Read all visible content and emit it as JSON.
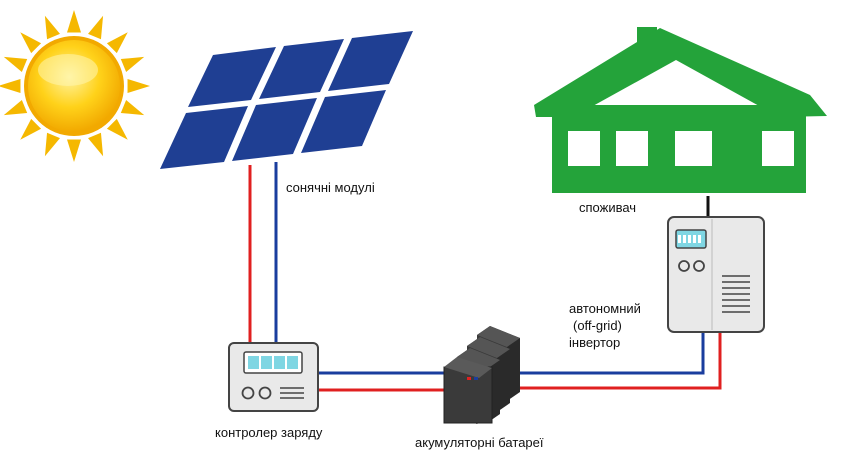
{
  "labels": {
    "solar_modules": "сонячні модулі",
    "consumer": "споживач",
    "inverter_line1": "автономний",
    "inverter_line2": "(off-grid)",
    "inverter_line3": "інвертор",
    "charge_controller": "контролер заряду",
    "batteries": "акумуляторні батареї"
  },
  "colors": {
    "positive_wire": "#e02020",
    "negative_wire": "#1a3d9e",
    "panel_cell": "#1f3f93",
    "house": "#24a33a",
    "sun_outer": "#f5b800",
    "sun_inner": "#ffd21a",
    "device_body": "#e9e9e9",
    "device_border": "#444444",
    "display": "#7fd6e3",
    "battery": "#3a3a3a"
  },
  "icons": [
    "sun-icon",
    "solar-panel-icon",
    "house-icon",
    "charge-controller-icon",
    "battery-bank-icon",
    "inverter-icon"
  ]
}
